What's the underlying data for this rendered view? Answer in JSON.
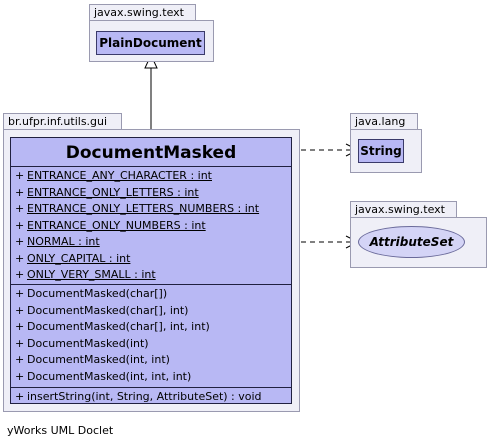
{
  "packages": {
    "swing_text_top": {
      "name": "javax.swing.text",
      "class": "PlainDocument"
    },
    "gui": {
      "name": "br.ufpr.inf.utils.gui"
    },
    "java_lang": {
      "name": "java.lang",
      "class": "String"
    },
    "swing_text_right": {
      "name": "javax.swing.text",
      "interface": "AttributeSet"
    }
  },
  "main_class": {
    "name": "DocumentMasked",
    "fields": [
      {
        "vis": "+",
        "text": "ENTRANCE_ANY_CHARACTER : int"
      },
      {
        "vis": "+",
        "text": "ENTRANCE_ONLY_LETTERS : int"
      },
      {
        "vis": "+",
        "text": "ENTRANCE_ONLY_LETTERS_NUMBERS : int"
      },
      {
        "vis": "+",
        "text": "ENTRANCE_ONLY_NUMBERS : int"
      },
      {
        "vis": "+",
        "text": "NORMAL : int"
      },
      {
        "vis": "+",
        "text": "ONLY_CAPITAL : int"
      },
      {
        "vis": "+",
        "text": "ONLY_VERY_SMALL : int"
      }
    ],
    "constructors": [
      {
        "vis": "+",
        "text": "DocumentMasked(char[])"
      },
      {
        "vis": "+",
        "text": "DocumentMasked(char[], int)"
      },
      {
        "vis": "+",
        "text": "DocumentMasked(char[], int, int)"
      },
      {
        "vis": "+",
        "text": "DocumentMasked(int)"
      },
      {
        "vis": "+",
        "text": "DocumentMasked(int, int)"
      },
      {
        "vis": "+",
        "text": "DocumentMasked(int, int, int)"
      }
    ],
    "methods": [
      {
        "vis": "+",
        "text": "insertString(int, String, AttributeSet) : void"
      }
    ]
  },
  "footer": "yWorks UML Doclet",
  "colors": {
    "class_fill": "#b8b8f4",
    "package_fill": "#efeff7",
    "interface_fill": "#d4d4f6"
  }
}
